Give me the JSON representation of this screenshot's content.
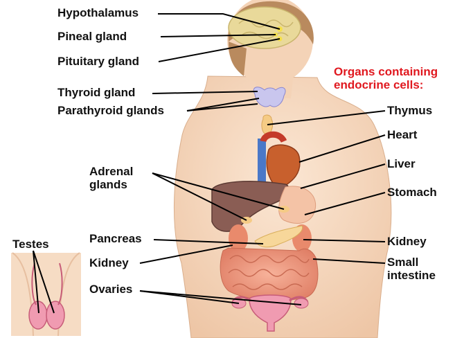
{
  "labels": {
    "hypothalamus": "Hypothalamus",
    "pineal_gland": "Pineal gland",
    "pituitary_gland": "Pituitary gland",
    "thyroid_gland": "Thyroid gland",
    "parathyroid_glands": "Parathyroid glands",
    "adrenal_glands": "Adrenal\nglands",
    "pancreas": "Pancreas",
    "kidney_left": "Kidney",
    "ovaries": "Ovaries",
    "testes": "Testes",
    "organs_heading": "Organs containing\nendocrine cells:",
    "thymus": "Thymus",
    "heart": "Heart",
    "liver": "Liver",
    "stomach": "Stomach",
    "kidney_right": "Kidney",
    "small_intestine": "Small\nintestine"
  },
  "colors": {
    "heading": "#e0181f",
    "skin": "#f6dcc4",
    "hair": "#b98a5e",
    "brain": "#e9d99a",
    "liver": "#8a5d54",
    "heart": "#c8602d",
    "intestine": "#f2a28a",
    "leader_line": "#000000"
  }
}
